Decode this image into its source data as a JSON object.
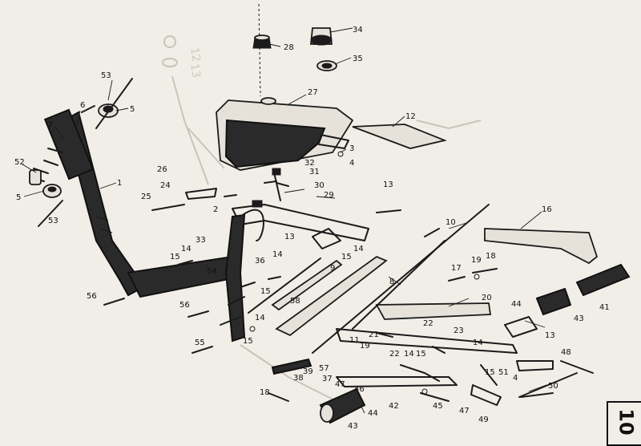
{
  "page": {
    "number": "10"
  },
  "ghost_labels": [
    "12",
    "13"
  ],
  "callouts": [
    {
      "id": "c53a",
      "text": "53"
    },
    {
      "id": "c6",
      "text": "6"
    },
    {
      "id": "c5a",
      "text": "5"
    },
    {
      "id": "c7",
      "text": "7"
    },
    {
      "id": "c52",
      "text": "52"
    },
    {
      "id": "c5b",
      "text": "5"
    },
    {
      "id": "c53b",
      "text": "53"
    },
    {
      "id": "c1",
      "text": "1"
    },
    {
      "id": "c26",
      "text": "26"
    },
    {
      "id": "c24",
      "text": "24"
    },
    {
      "id": "c25",
      "text": "25"
    },
    {
      "id": "c2",
      "text": "2"
    },
    {
      "id": "c28",
      "text": "28"
    },
    {
      "id": "c34",
      "text": "34"
    },
    {
      "id": "c35",
      "text": "35"
    },
    {
      "id": "c27",
      "text": "27"
    },
    {
      "id": "c12",
      "text": "12"
    },
    {
      "id": "c3",
      "text": "3"
    },
    {
      "id": "c4",
      "text": "4"
    },
    {
      "id": "c32",
      "text": "32"
    },
    {
      "id": "c31",
      "text": "31"
    },
    {
      "id": "c30",
      "text": "30"
    },
    {
      "id": "c29",
      "text": "29"
    },
    {
      "id": "c13a",
      "text": "13"
    },
    {
      "id": "c10",
      "text": "10"
    },
    {
      "id": "c16",
      "text": "16"
    },
    {
      "id": "c13b",
      "text": "13"
    },
    {
      "id": "c15a",
      "text": "15"
    },
    {
      "id": "c14a",
      "text": "14"
    },
    {
      "id": "c33",
      "text": "33"
    },
    {
      "id": "c14b",
      "text": "14"
    },
    {
      "id": "c15b",
      "text": "15"
    },
    {
      "id": "c54",
      "text": "54"
    },
    {
      "id": "c36",
      "text": "36"
    },
    {
      "id": "c14c",
      "text": "14"
    },
    {
      "id": "c15c",
      "text": "15"
    },
    {
      "id": "c9",
      "text": "9"
    },
    {
      "id": "c58",
      "text": "58"
    },
    {
      "id": "c8",
      "text": "8"
    },
    {
      "id": "c17",
      "text": "17"
    },
    {
      "id": "c19a",
      "text": "19"
    },
    {
      "id": "c18a",
      "text": "18"
    },
    {
      "id": "c20",
      "text": "20"
    },
    {
      "id": "c44a",
      "text": "44"
    },
    {
      "id": "c41",
      "text": "41"
    },
    {
      "id": "c43a",
      "text": "43"
    },
    {
      "id": "c13c",
      "text": "13"
    },
    {
      "id": "c56a",
      "text": "56"
    },
    {
      "id": "c56b",
      "text": "56"
    },
    {
      "id": "c14d",
      "text": "14"
    },
    {
      "id": "c15d",
      "text": "15"
    },
    {
      "id": "c55",
      "text": "55"
    },
    {
      "id": "c21",
      "text": "21"
    },
    {
      "id": "c22a",
      "text": "22"
    },
    {
      "id": "c23",
      "text": "23"
    },
    {
      "id": "c11",
      "text": "11"
    },
    {
      "id": "c19b",
      "text": "19"
    },
    {
      "id": "c22b",
      "text": "22"
    },
    {
      "id": "c14e",
      "text": "14"
    },
    {
      "id": "c15e",
      "text": "15"
    },
    {
      "id": "c14f",
      "text": "14"
    },
    {
      "id": "c15f",
      "text": "15"
    },
    {
      "id": "c48",
      "text": "48"
    },
    {
      "id": "c51",
      "text": "51"
    },
    {
      "id": "c39",
      "text": "39"
    },
    {
      "id": "c57",
      "text": "57"
    },
    {
      "id": "c38",
      "text": "38"
    },
    {
      "id": "c37",
      "text": "37"
    },
    {
      "id": "c47a",
      "text": "47"
    },
    {
      "id": "c46",
      "text": "46"
    },
    {
      "id": "c18b",
      "text": "18"
    },
    {
      "id": "c42",
      "text": "42"
    },
    {
      "id": "c45",
      "text": "45"
    },
    {
      "id": "c47b",
      "text": "47"
    },
    {
      "id": "c44b",
      "text": "44"
    },
    {
      "id": "c43b",
      "text": "43"
    },
    {
      "id": "c49",
      "text": "49"
    },
    {
      "id": "c50",
      "text": "50"
    },
    {
      "id": "c4b",
      "text": "4"
    }
  ]
}
